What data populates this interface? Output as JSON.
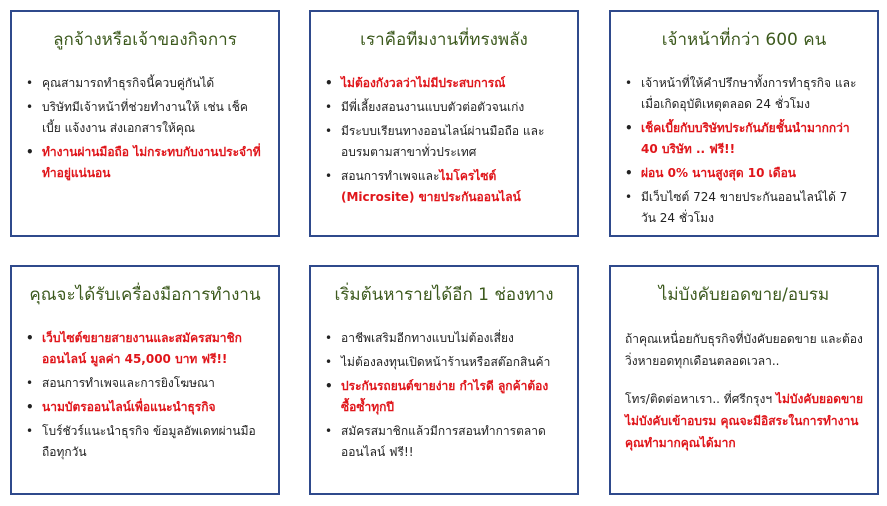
{
  "cards": [
    {
      "title": "ลูกจ้างหรือเจ้าของกิจการ",
      "items": [
        {
          "text": "คุณสามารถทำธุรกิจนี้ควบคู่กันได้",
          "red": false
        },
        {
          "text": "บริษัทมีเจ้าหน้าที่ช่วยทำงานให้ เช่น เช็คเบี้ย แจ้งงาน ส่งเอกสารให้คุณ",
          "red": false
        },
        {
          "text": "ทำงานผ่านมือถือ ไม่กระทบกับงานประจำที่ทำอยู่แน่นอน",
          "red": true
        }
      ]
    },
    {
      "title": "เราคือทีมงานที่ทรงพลัง",
      "items": [
        {
          "text": "ไม่ต้องกังวลว่าไม่มีประสบการณ์",
          "red": true
        },
        {
          "text": "มีพี่เลี้ยงสอนงานแบบตัวต่อตัวจนเก่ง",
          "red": false
        },
        {
          "text": "มีระบบเรียนทางออนไลน์ผ่านมือถือ และอบรมตามสาขาทั่วประเทศ",
          "red": false
        },
        {
          "text_pre": "สอนการทำเพจและ",
          "text_red": "ไมโครไซต์ (Microsite) ขายประกันออนไลน์",
          "mixed": true
        }
      ]
    },
    {
      "title": "เจ้าหน้าที่กว่า 600 คน",
      "items": [
        {
          "text": "เจ้าหน้าที่ให้คำปรึกษาทั้งการทำธุรกิจ และเมื่อเกิดอุบัติเหตุตลอด 24 ชั่วโมง",
          "red": false
        },
        {
          "text": "เช็คเบี้ยกับบริษัทประกันภัยชั้นนำมากกว่า 40 บริษัท .. ฟรี!!",
          "red": true
        },
        {
          "text": "ผ่อน 0% นานสูงสุด 10 เดือน",
          "red": true
        },
        {
          "text": "มีเว็บไซต์ 724 ขายประกันออนไลน์ได้ 7 วัน 24 ชั่วโมง",
          "red": false
        }
      ]
    },
    {
      "title": "คุณจะได้รับเครื่องมือการทำงาน",
      "items": [
        {
          "text": "เว็บไซต์ขยายสายงานและสมัครสมาชิกออนไลน์ มูลค่า 45,000 บาท ฟรี!!",
          "red": true
        },
        {
          "text": "สอนการทำเพจและการยิงโฆษณา",
          "red": false
        },
        {
          "text": "นามบัตรออนไลน์เพื่อแนะนำธุรกิจ",
          "red": true
        },
        {
          "text": "โบร์ชัวร์แนะนำธุรกิจ ข้อมูลอัพเดทผ่านมือถือทุกวัน",
          "red": false
        }
      ]
    },
    {
      "title": "เริ่มต้นหารายได้อีก 1 ช่องทาง",
      "items": [
        {
          "text": "อาชีพเสริมอีกทางแบบไม่ต้องเสี่ยง",
          "red": false
        },
        {
          "text": "ไม่ต้องลงทุนเปิดหน้าร้านหรือสต๊อกสินค้า",
          "red": false
        },
        {
          "text": "ประกันรถยนต์ขายง่าย กำไรดี ลูกค้าต้องซื้อซ้ำทุกปี",
          "red": true
        },
        {
          "text": "สมัครสมาชิกแล้วมีการสอนทำการตลาดออนไลน์ ฟรี!!",
          "red": false
        }
      ]
    },
    {
      "title": "ไม่บังคับยอดขาย/อบรม",
      "para1": "ถ้าคุณเหนื่อยกับธุรกิจที่บังคับยอดขาย และต้องวิ่งหายอดทุกเดือนตลอดเวลา..",
      "para2_pre": "โทร/ติดต่อหาเรา..   ที่ศรีกรุงฯ  ",
      "para2_red": "ไม่บังคับยอดขาย ไม่บังคับเข้าอบรม คุณจะมีอิสระในการทำงาน คุณทำมากคุณได้มาก"
    }
  ],
  "colors": {
    "border": "#2f4a8c",
    "title": "#3d5a1e",
    "accent_red": "#e0161b",
    "text": "#222222"
  }
}
